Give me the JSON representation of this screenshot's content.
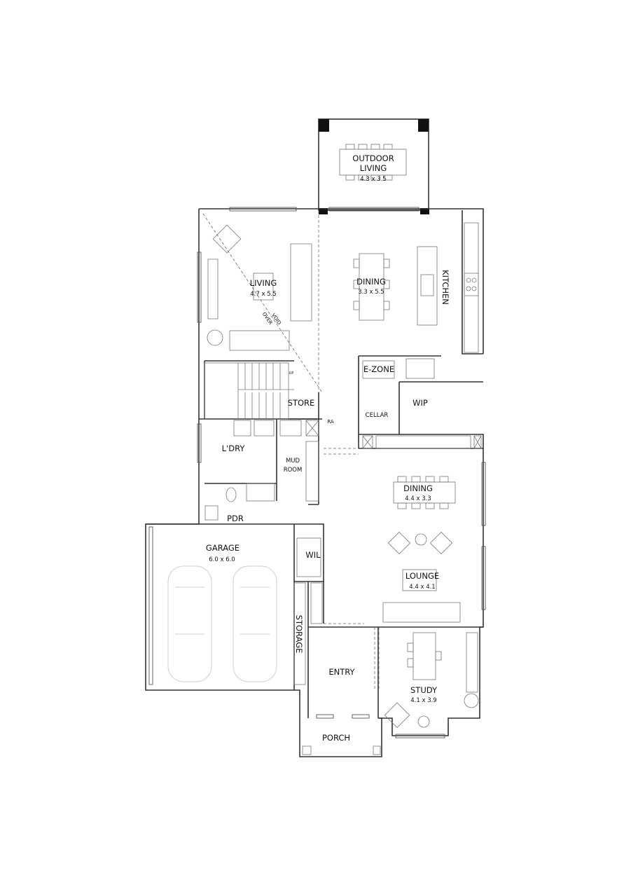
{
  "rooms": {
    "outdoor_living": {
      "name_line1": "OUTDOOR",
      "name_line2": "LIVING",
      "size": "4.3 x 3.5"
    },
    "living": {
      "name": "LIVING",
      "size": "4.7 x 5.5"
    },
    "void_over": {
      "line1": "VOID",
      "line2": "OVER"
    },
    "dining_upper": {
      "name": "DINING",
      "size": "3.3 x 5.5"
    },
    "kitchen": {
      "name": "KITCHEN"
    },
    "e_zone": {
      "name": "E-ZONE"
    },
    "wip": {
      "name": "WIP"
    },
    "store": {
      "name": "STORE"
    },
    "cellar": {
      "name": "CELLAR"
    },
    "ra": {
      "name": "RA"
    },
    "stair_up": {
      "name": "UP"
    },
    "laundry": {
      "name": "L'DRY"
    },
    "mud_room": {
      "name_line1": "MUD",
      "name_line2": "ROOM"
    },
    "pdr": {
      "name": "PDR"
    },
    "garage": {
      "name": "GARAGE",
      "size": "6.0 x 6.0"
    },
    "wil": {
      "name": "WIL"
    },
    "storage": {
      "name": "STORAGE"
    },
    "dining_lower": {
      "name": "DINING",
      "size": "4.4 x 3.3"
    },
    "lounge": {
      "name": "LOUNGE",
      "size": "4.4 x 4.1"
    },
    "entry": {
      "name": "ENTRY"
    },
    "study": {
      "name": "STUDY",
      "size": "4.1 x 3.9"
    },
    "porch": {
      "name": "PORCH"
    }
  },
  "colors": {
    "wall": "#333333",
    "post": "#111111",
    "furniture": "#777777",
    "car": "#cccccc"
  }
}
